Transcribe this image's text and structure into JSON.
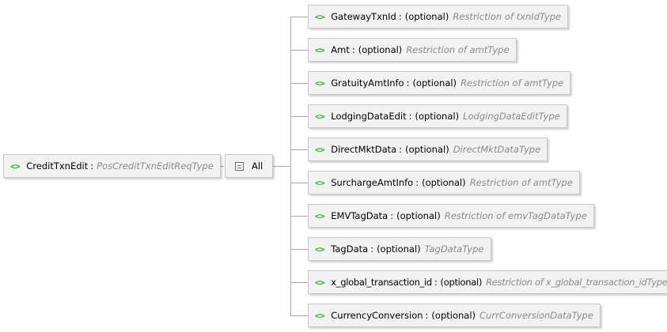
{
  "root": {
    "name": "CreditTxnEdit",
    "type": "PosCreditTxnEditReqType",
    "icon": "element-icon"
  },
  "compositor": {
    "label": "All",
    "icon": "all-compositor-icon"
  },
  "children": [
    {
      "name": "GatewayTxnId",
      "optional": "(optional)",
      "type": "Restriction of txnIdType"
    },
    {
      "name": "Amt",
      "optional": "(optional)",
      "type": "Restriction of amtType"
    },
    {
      "name": "GratuityAmtInfo",
      "optional": "(optional)",
      "type": "Restriction of amtType"
    },
    {
      "name": "LodgingDataEdit",
      "optional": "(optional)",
      "type": "LodgingDataEditType"
    },
    {
      "name": "DirectMktData",
      "optional": "(optional)",
      "type": "DirectMktDataType"
    },
    {
      "name": "SurchargeAmtInfo",
      "optional": "(optional)",
      "type": "Restriction of amtType"
    },
    {
      "name": "EMVTagData",
      "optional": "(optional)",
      "type": "Restriction of emvTagDataType"
    },
    {
      "name": "TagData",
      "optional": "(optional)",
      "type": "TagDataType"
    },
    {
      "name": "x_global_transaction_id",
      "optional": "(optional)",
      "type": "Restriction of x_global_transaction_idType"
    },
    {
      "name": "CurrencyConversion",
      "optional": "(optional)",
      "type": "CurrConversionDataType"
    }
  ],
  "colors": {
    "element_icon": "#22b722",
    "type_text": "#8a8a8a",
    "node_bg": "#f2f2f2",
    "connector": "#a8a8a8"
  }
}
